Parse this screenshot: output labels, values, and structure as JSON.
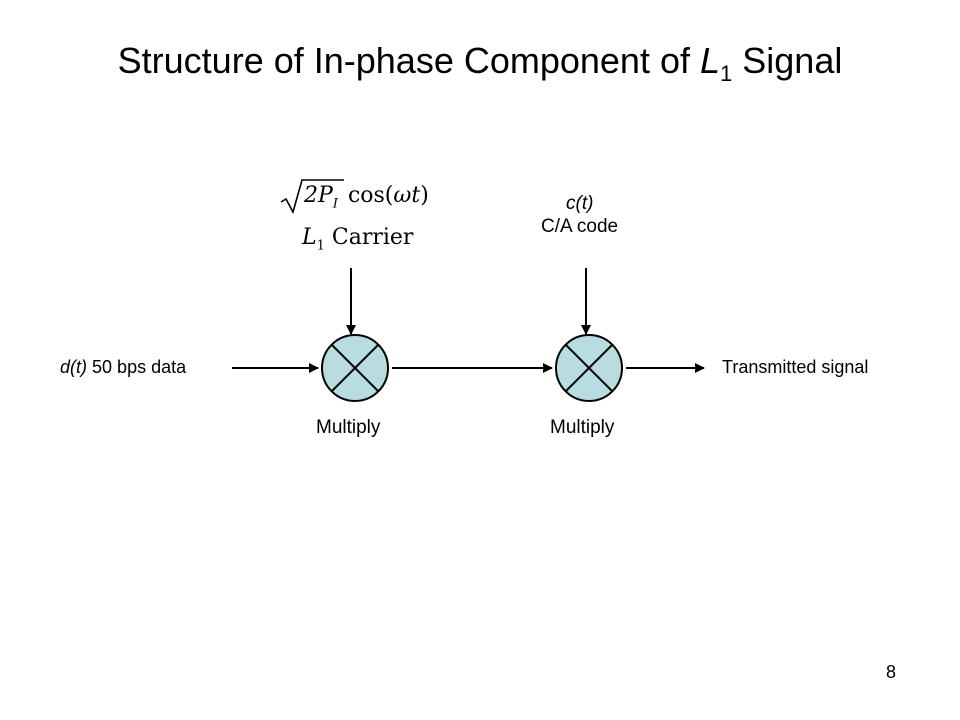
{
  "slide": {
    "title_pre": "Structure of In-phase Component of ",
    "title_var": "L",
    "title_sub": "1",
    "title_post": " Signal",
    "page_number": "8"
  },
  "carrier": {
    "formula_root": "2P",
    "formula_root_sub": "I",
    "formula_cos": "cos(",
    "formula_omega": "ωt",
    "formula_close": ")",
    "label_var": "L",
    "label_sub": "1",
    "label_text": " Carrier"
  },
  "code": {
    "var_pre": "c(",
    "var_t": "t",
    "var_post": ")",
    "label": "C/A code"
  },
  "input": {
    "var_pre": "d(",
    "var_t": "t",
    "var_post": ")",
    "label": " 50 bps data"
  },
  "output": {
    "label": "Transmitted signal"
  },
  "multipliers": [
    {
      "label": "Multiply"
    },
    {
      "label": "Multiply"
    }
  ],
  "colors": {
    "multiplier_fill": "#b7dde0",
    "stroke": "#000000"
  }
}
